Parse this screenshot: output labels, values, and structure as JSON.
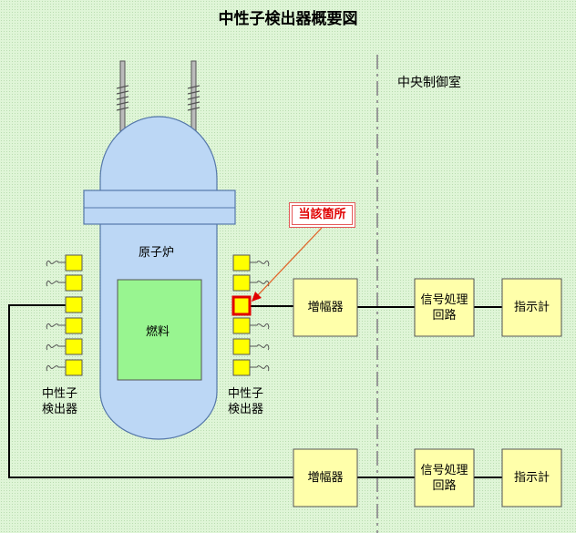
{
  "title": "中性子検出器概要図",
  "control_room_label": "中央制御室",
  "reactor_label": "原子炉",
  "fuel_label": "燃料",
  "detector_left_label": "中性子\n検出器",
  "detector_right_label": "中性子\n検出器",
  "callout_label": "当該箇所",
  "channels": [
    {
      "amplifier": "増幅器",
      "signal_processing": "信号処理\n回路",
      "indicator": "指示計"
    },
    {
      "amplifier": "増幅器",
      "signal_processing": "信号処理\n回路",
      "indicator": "指示計"
    }
  ],
  "colors": {
    "background": "#dff5d7",
    "reactor_vessel": "#bcd7f5",
    "fuel": "#98f590",
    "detector": "#ffff00",
    "component_box": "#ffffaa",
    "highlight": "#e00000",
    "callout_leader": "#e06a30"
  }
}
